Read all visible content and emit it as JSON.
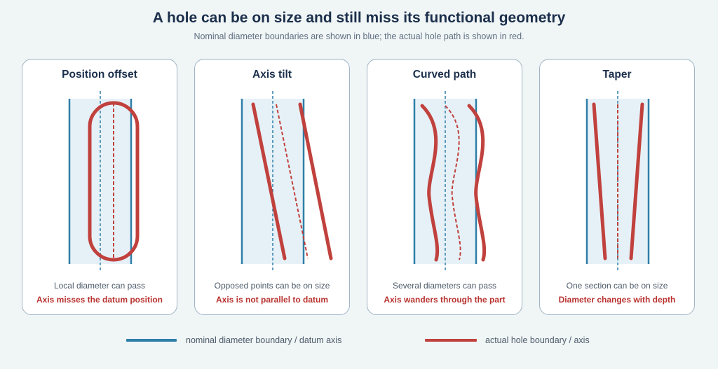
{
  "header": {
    "title": "A hole can be on size and still miss its functional geometry",
    "subtitle": "Nominal diameter boundaries are shown in blue; the actual hole path is shown in red."
  },
  "panels": [
    {
      "title": "Position offset",
      "caption": "Local diameter can pass",
      "verdict": "Axis misses the datum position"
    },
    {
      "title": "Axis tilt",
      "caption": "Opposed points can be on size",
      "verdict": "Axis is not parallel to datum"
    },
    {
      "title": "Curved path",
      "caption": "Several diameters can pass",
      "verdict": "Axis wanders through the part"
    },
    {
      "title": "Taper",
      "caption": "One section can be on size",
      "verdict": "Diameter changes with depth"
    }
  ],
  "legend": {
    "nominal": "nominal diameter boundary / datum axis",
    "actual": "actual hole boundary / axis"
  },
  "colors": {
    "nominal": "#2e7fa8",
    "actual": "#c0413d",
    "band": "#e6f1f7"
  }
}
